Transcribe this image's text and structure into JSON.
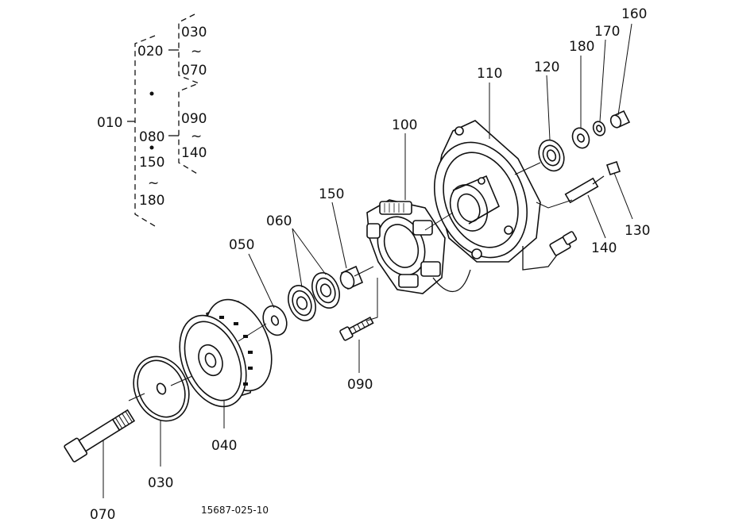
{
  "tree": {
    "root": "010",
    "branch_020": "020",
    "range_030": "030",
    "range_030_tilde": "~",
    "range_070": "070",
    "branch_080": "080",
    "range_090": "090",
    "range_090_tilde": "~",
    "range_140": "140",
    "range_150": "150",
    "range_150_tilde": "~",
    "range_180": "180"
  },
  "callouts": {
    "p030": "030",
    "p040": "040",
    "p050": "050",
    "p060": "060",
    "p070": "070",
    "p090": "090",
    "p100": "100",
    "p110": "110",
    "p120": "120",
    "p130": "130",
    "p140": "140",
    "p150": "150",
    "p160": "160",
    "p170": "170",
    "p180": "180"
  },
  "drawing_code": "15687-025-10"
}
